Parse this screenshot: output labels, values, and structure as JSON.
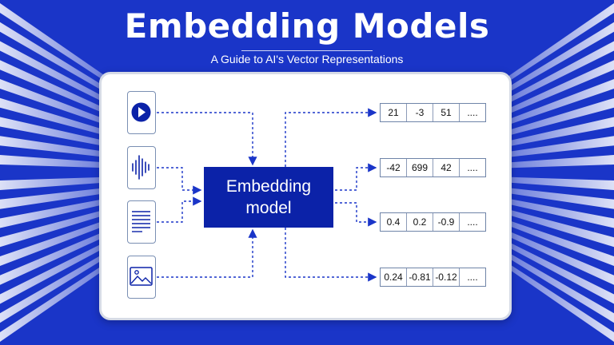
{
  "header": {
    "title": "Embedding Models",
    "subtitle": "A Guide to AI's Vector Representations"
  },
  "inputs": [
    {
      "icon": "play-icon"
    },
    {
      "icon": "audio-waveform-icon"
    },
    {
      "icon": "text-document-icon"
    },
    {
      "icon": "image-icon"
    }
  ],
  "model": {
    "line1": "Embedding",
    "line2": "model"
  },
  "vectors": [
    [
      "21",
      "-3",
      "51",
      "...."
    ],
    [
      "-42",
      "699",
      "42",
      "...."
    ],
    [
      "0.4",
      "0.2",
      "-0.9",
      "...."
    ],
    [
      "0.24",
      "-0.81",
      "-0.12",
      "...."
    ]
  ],
  "colors": {
    "background": "#1a35c8",
    "accent": "#0b22a8",
    "connector": "#1a35c8"
  }
}
